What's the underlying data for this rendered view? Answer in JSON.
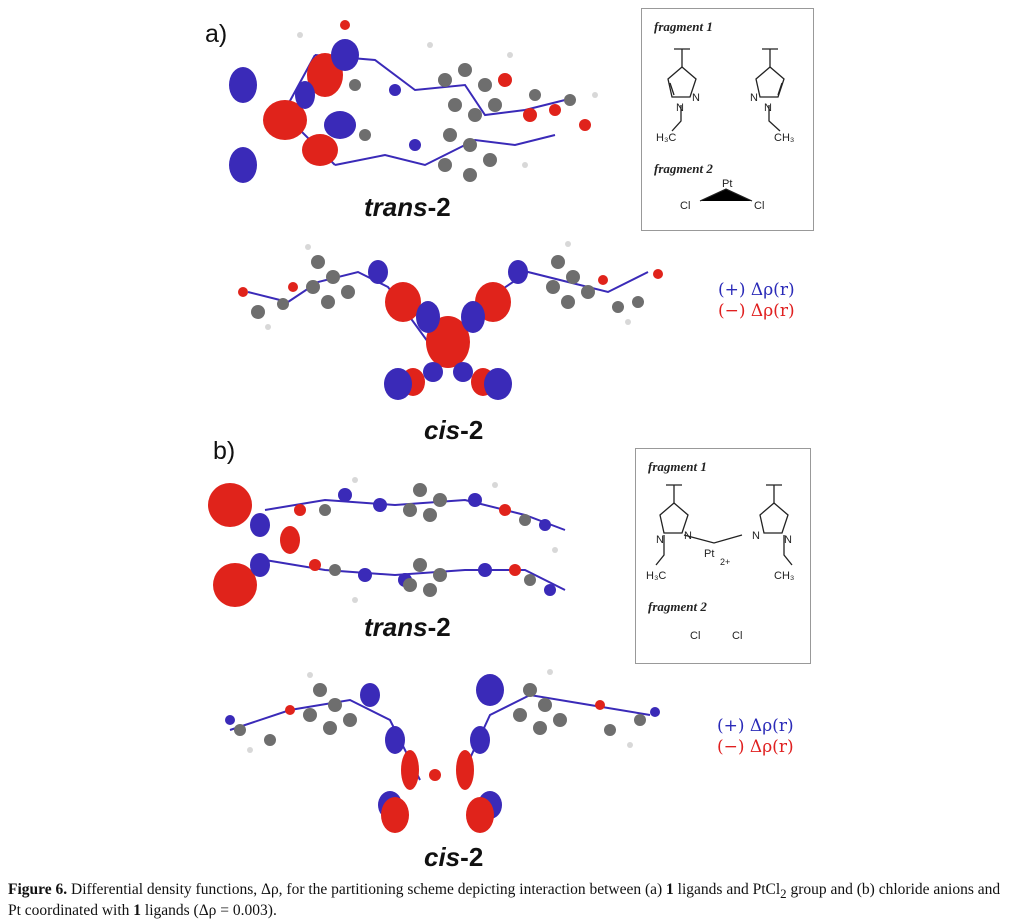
{
  "figure": {
    "panel_a": {
      "label": "a)",
      "trans_name": {
        "prefix": "trans",
        "suffix": "-2"
      },
      "cis_name": {
        "prefix": "cis",
        "suffix": "-2"
      },
      "box": {
        "fragment1_title": "fragment 1",
        "fragment2_title": "fragment 2",
        "atoms": {
          "n": "N",
          "pt": "Pt",
          "cl": "Cl",
          "h3c": "H₃C",
          "ch3": "CH₃"
        }
      },
      "legend": {
        "positive": "(+) Δρ(r)",
        "negative": "(−) Δρ(r)"
      }
    },
    "panel_b": {
      "label": "b)",
      "trans_name": {
        "prefix": "trans",
        "suffix": "-2"
      },
      "cis_name": {
        "prefix": "cis",
        "suffix": "-2"
      },
      "box": {
        "fragment1_title": "fragment 1",
        "fragment2_title": "fragment 2",
        "atoms": {
          "n": "N",
          "pt": "Pt",
          "charge": "2+",
          "cl": "Cl",
          "h3c": "H₃C",
          "ch3": "CH₃"
        }
      },
      "legend": {
        "positive": "(+) Δρ(r)",
        "negative": "(−) Δρ(r)"
      }
    },
    "colors": {
      "positive": "#3a2ab8",
      "negative": "#e0231b",
      "carbon": "#6e6e6e",
      "frame": "#999999"
    },
    "caption": {
      "label": "Figure 6.",
      "text1": " Differential density functions, Δρ, for the partitioning scheme depicting interaction between (a) ",
      "b1": "1",
      "text2": " ligands and PtCl",
      "sub": "2",
      "text3": " group and (b) chloride anions and Pt coordinated with ",
      "b2": "1",
      "text4": " ligands (Δρ = 0.003)."
    }
  }
}
